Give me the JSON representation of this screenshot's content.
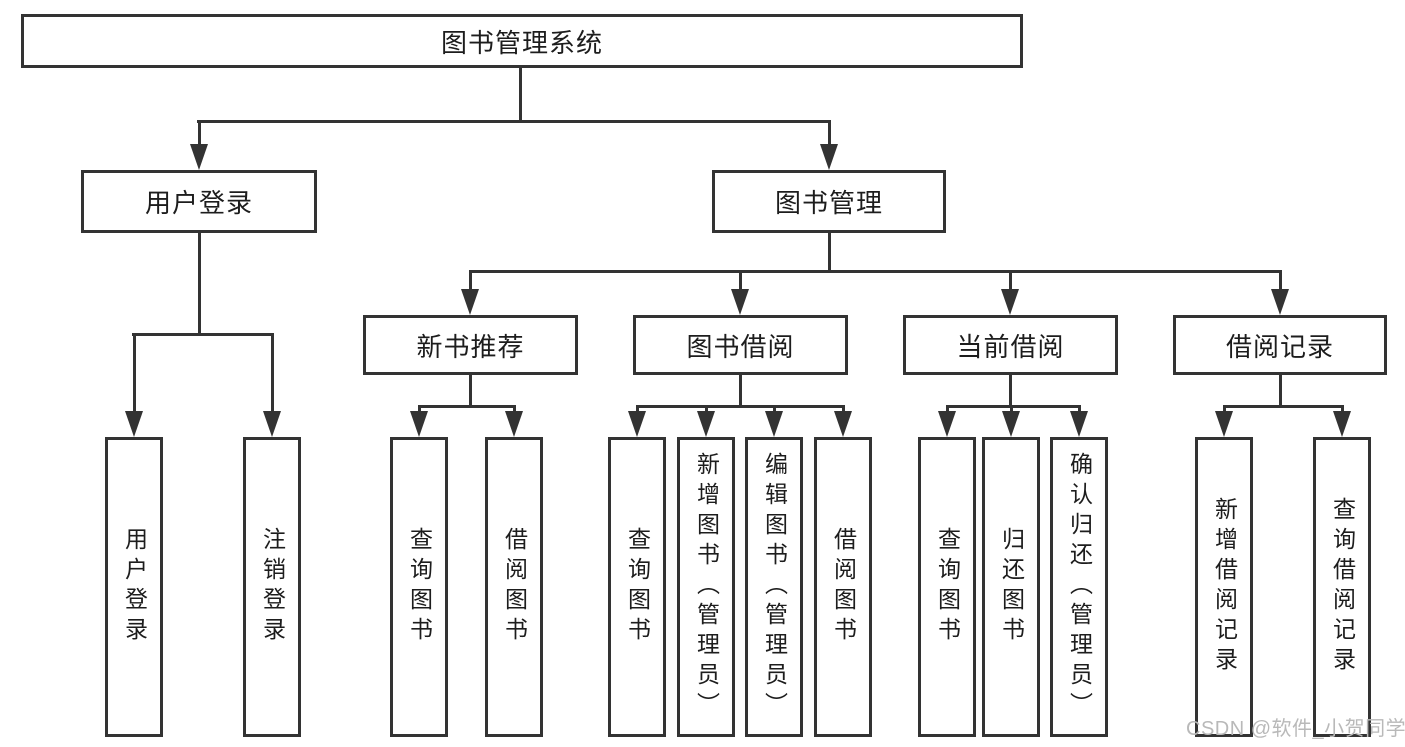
{
  "diagram": {
    "tree": {
      "label": "图书管理系统",
      "children": [
        {
          "label": "用户登录",
          "children": [
            {
              "label": "用户登录"
            },
            {
              "label": "注销登录"
            }
          ]
        },
        {
          "label": "图书管理",
          "children": [
            {
              "label": "新书推荐",
              "children": [
                {
                  "label": "查询图书"
                },
                {
                  "label": "借阅图书"
                }
              ]
            },
            {
              "label": "图书借阅",
              "children": [
                {
                  "label": "查询图书"
                },
                {
                  "label": "新增图书（管理员）"
                },
                {
                  "label": "编辑图书（管理员）"
                },
                {
                  "label": "借阅图书"
                }
              ]
            },
            {
              "label": "当前借阅",
              "children": [
                {
                  "label": "查询图书"
                },
                {
                  "label": "归还图书"
                },
                {
                  "label": "确认归还（管理员）"
                }
              ]
            },
            {
              "label": "借阅记录",
              "children": [
                {
                  "label": "新增借阅记录"
                },
                {
                  "label": "查询借阅记录"
                }
              ]
            }
          ]
        }
      ]
    }
  },
  "watermark": {
    "text": "CSDN @软件_小贺同学"
  },
  "colors": {
    "line": "#333333",
    "text": "#1d1d1d",
    "watermark": "#b9b9b9",
    "bg": "#ffffff"
  }
}
